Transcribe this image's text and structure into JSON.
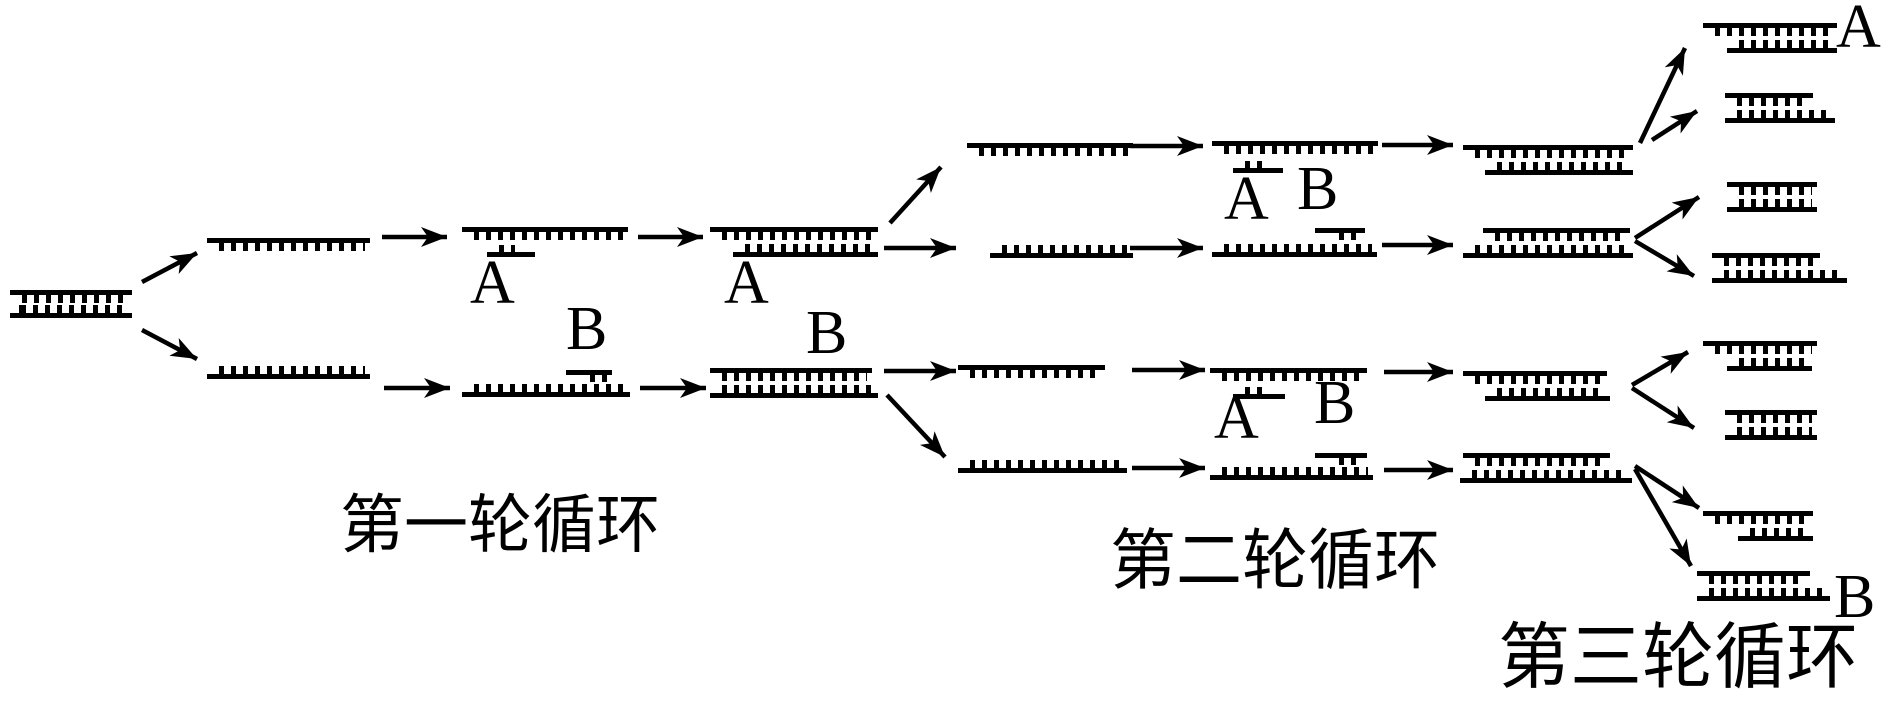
{
  "diagram": {
    "round_labels": {
      "round1": "第一轮循环",
      "round2": "第二轮循环",
      "round3": "第三轮循环"
    },
    "primer_labels": {
      "a": "A",
      "b": "B"
    }
  }
}
